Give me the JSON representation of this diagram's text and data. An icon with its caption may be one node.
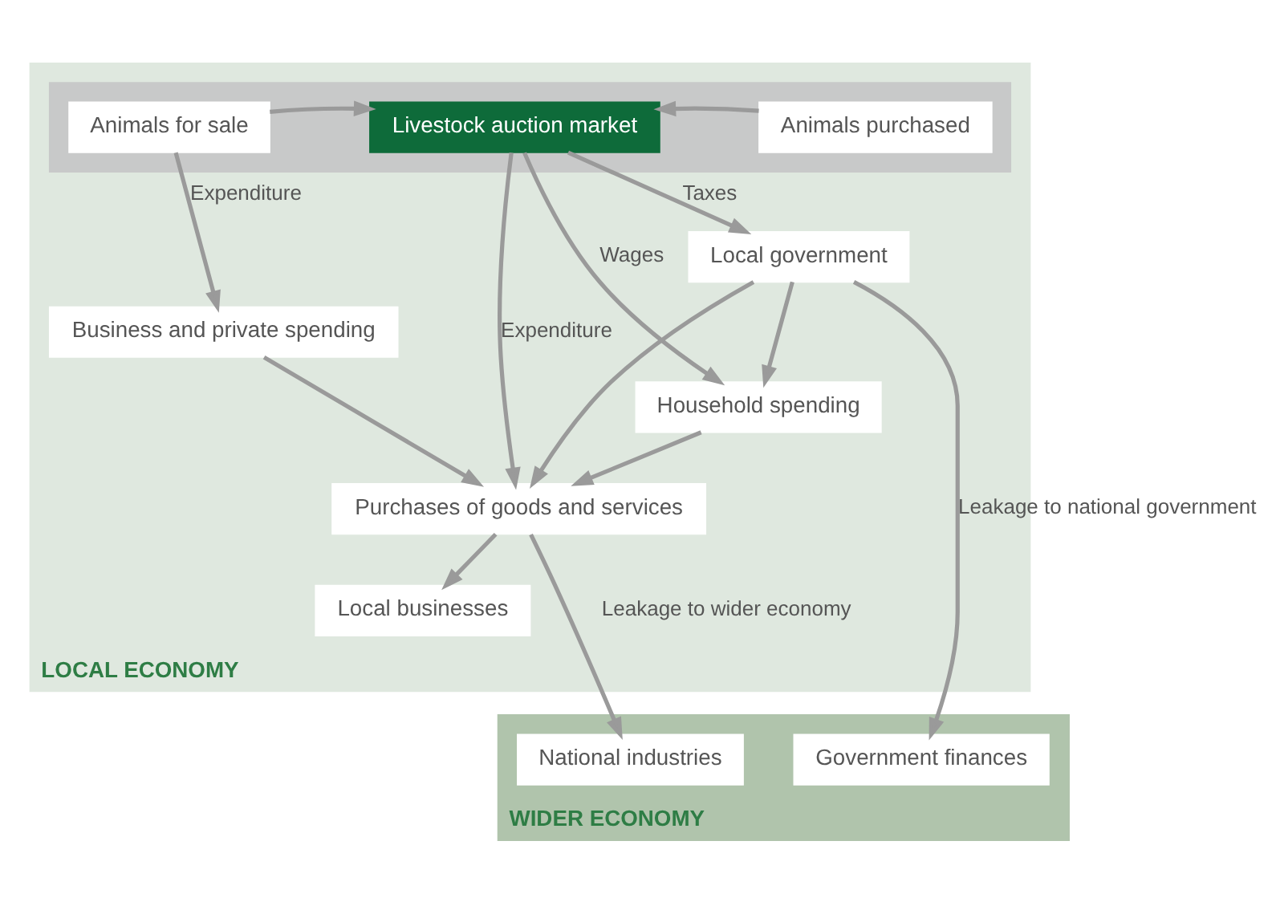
{
  "diagram": {
    "nodes": [
      {
        "text": [
          "LOCAL ECONOMY"
        ]
      },
      {
        "text": [],
        "shape": "box",
        "in": 0
      },
      {
        "text": [
          "Animals for sale"
        ],
        "in": 1
      },
      {
        "text": [
          "Livestock auction market"
        ],
        "in": 1
      },
      {
        "text": [
          "Animals purchased"
        ],
        "in": 1
      },
      {
        "text": [
          "Business and private spending"
        ],
        "in": 0
      },
      {
        "text": [
          "Household spending"
        ],
        "in": 0
      },
      {
        "text": [
          "Local government"
        ],
        "in": 0
      },
      {
        "text": [
          "Purchases of goods and services"
        ],
        "in": 0
      },
      {
        "text": [
          "Local businesses"
        ],
        "in": 0
      },
      {
        "text": [
          "WIDER ECONOMY"
        ]
      },
      {
        "text": [
          "National industries"
        ],
        "in": 10
      },
      {
        "text": [
          "Government finances"
        ],
        "in": 10
      }
    ],
    "edges": [
      {
        "from": 2,
        "to": 3,
        "arrow": "to"
      },
      {
        "from": 4,
        "to": 3,
        "arrow": "to"
      },
      {
        "from": 2,
        "to": 5,
        "arrow": "to",
        "label": "Expenditure"
      },
      {
        "from": 3,
        "to": 8,
        "arrow": "to",
        "label": "Expenditure"
      },
      {
        "from": 3,
        "to": 6,
        "arrow": "to",
        "label": "Wages"
      },
      {
        "from": 3,
        "to": 7,
        "arrow": "to",
        "label": "Taxes"
      },
      {
        "from": 7,
        "to": 6,
        "arrow": "to"
      },
      {
        "from": 5,
        "to": 8,
        "arrow": "to"
      },
      {
        "from": 6,
        "to": 8,
        "arrow": "to"
      },
      {
        "from": 7,
        "to": 8,
        "arrow": "to"
      },
      {
        "from": 8,
        "to": 9,
        "arrow": "to"
      },
      {
        "from": 8,
        "to": 11,
        "arrow": "to",
        "label": "Leakage to wider economy"
      },
      {
        "from": 7,
        "to": 12,
        "arrow": "to",
        "label": "Leakage to national government"
      }
    ]
  }
}
